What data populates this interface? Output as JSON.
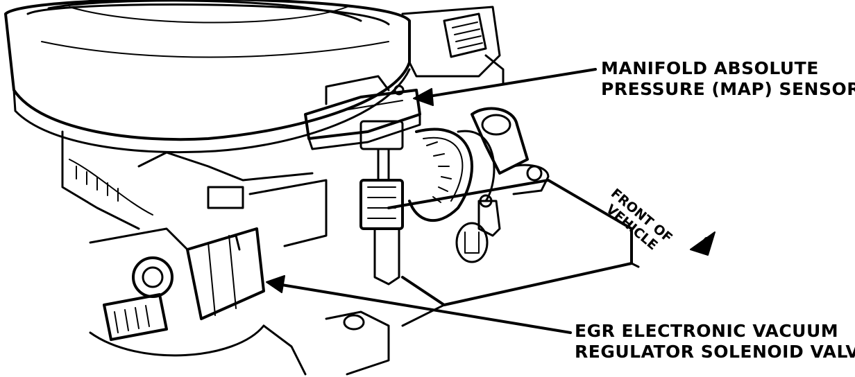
{
  "callouts": {
    "map_sensor": {
      "line1": "MANIFOLD ABSOLUTE",
      "line2": "PRESSURE (MAP) SENSOR"
    },
    "egr_valve": {
      "line1": "EGR ELECTRONIC VACUUM",
      "line2": "REGULATOR SOLENOID VALVE"
    }
  },
  "orientation": {
    "line1": "FRONT OF",
    "line2": "VEHICLE"
  },
  "colors": {
    "ink": "#000000",
    "paper": "#ffffff"
  }
}
